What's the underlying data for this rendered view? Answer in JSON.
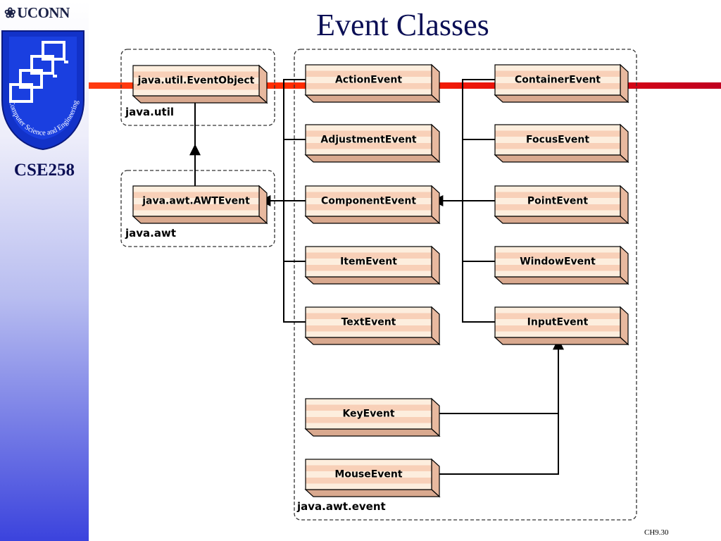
{
  "slide": {
    "title": "Event Classes",
    "course": "CSE258",
    "logo_text": "UCONN",
    "seal_text": "Computer Science and Engineering",
    "page_number": "CH9.30"
  },
  "diagram": {
    "packages": [
      {
        "id": "pkg-util",
        "label": "java.util"
      },
      {
        "id": "pkg-awt",
        "label": "java.awt"
      },
      {
        "id": "pkg-event",
        "label": "java.awt.event"
      }
    ],
    "classes": [
      {
        "id": "eventobject",
        "label": "java.util.EventObject"
      },
      {
        "id": "awtevent",
        "label": "java.awt.AWTEvent"
      },
      {
        "id": "actionevent",
        "label": "ActionEvent"
      },
      {
        "id": "adjustmentevent",
        "label": "AdjustmentEvent"
      },
      {
        "id": "componentevent",
        "label": "ComponentEvent"
      },
      {
        "id": "itemevent",
        "label": "ItemEvent"
      },
      {
        "id": "textevent",
        "label": "TextEvent"
      },
      {
        "id": "containerevent",
        "label": "ContainerEvent"
      },
      {
        "id": "focusevent",
        "label": "FocusEvent"
      },
      {
        "id": "pointevent",
        "label": "PointEvent"
      },
      {
        "id": "windowevent",
        "label": "WindowEvent"
      },
      {
        "id": "inputevent",
        "label": "InputEvent"
      },
      {
        "id": "keyevent",
        "label": "KeyEvent"
      },
      {
        "id": "mouseevent",
        "label": "MouseEvent"
      }
    ],
    "relations": [
      {
        "from": "awtevent",
        "to": "eventobject"
      },
      {
        "from": "actionevent",
        "to": "awtevent"
      },
      {
        "from": "adjustmentevent",
        "to": "awtevent"
      },
      {
        "from": "componentevent",
        "to": "awtevent"
      },
      {
        "from": "itemevent",
        "to": "awtevent"
      },
      {
        "from": "textevent",
        "to": "awtevent"
      },
      {
        "from": "containerevent",
        "to": "componentevent"
      },
      {
        "from": "focusevent",
        "to": "componentevent"
      },
      {
        "from": "pointevent",
        "to": "componentevent"
      },
      {
        "from": "windowevent",
        "to": "componentevent"
      },
      {
        "from": "inputevent",
        "to": "componentevent"
      },
      {
        "from": "keyevent",
        "to": "inputevent"
      },
      {
        "from": "mouseevent",
        "to": "inputevent"
      }
    ]
  }
}
